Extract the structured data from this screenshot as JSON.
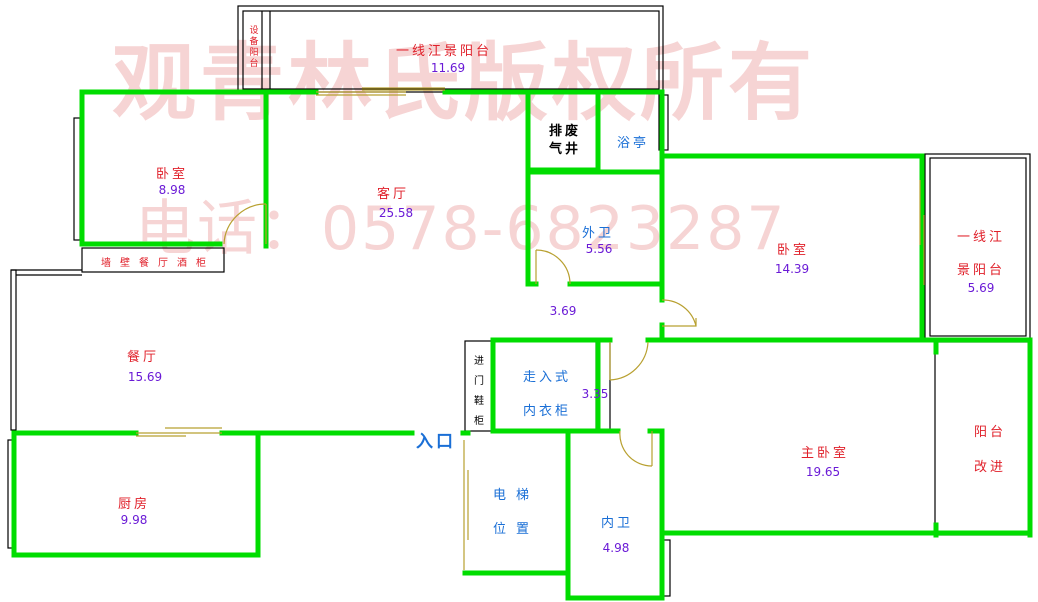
{
  "watermark": {
    "line1": "观青林氏版权所有",
    "line2": "电话：0578-6823287"
  },
  "rooms": {
    "balcony_top": {
      "name": "一线江景阳台",
      "area": "11.69"
    },
    "equipment_balcony": {
      "name": "设备阳台"
    },
    "bedroom_nw": {
      "name": "卧室",
      "area": "8.98"
    },
    "living": {
      "name": "客厅",
      "area": "25.58"
    },
    "exhaust_shaft": {
      "name_line1": "排废",
      "name_line2": "气井"
    },
    "shower": {
      "name": "浴亭"
    },
    "guest_bath": {
      "name": "外卫",
      "area": "5.56"
    },
    "bedroom_e": {
      "name": "卧室",
      "area": "14.39"
    },
    "balcony_e": {
      "name_line1": "一线江",
      "name_line2": "景阳台",
      "area": "5.69"
    },
    "wine_cabinet": {
      "name": "墙壁餐厅酒柜"
    },
    "dining": {
      "name": "餐厅",
      "area": "15.69"
    },
    "corridor": {
      "area": "3.69"
    },
    "shoe_cabinet": {
      "name": "进门鞋柜"
    },
    "walkin_closet": {
      "name_line1": "走入式",
      "name_line2": "内衣柜",
      "area": "3.35"
    },
    "entrance": {
      "name": "入口"
    },
    "master_bedroom": {
      "name": "主卧室",
      "area": "19.65"
    },
    "balcony_master": {
      "name_line1": "阳台",
      "name_line2": "改进"
    },
    "kitchen": {
      "name": "厨房",
      "area": "9.98"
    },
    "elevator": {
      "name_line1": "电梯",
      "name_line2": "位置"
    },
    "ensuite_bath": {
      "name": "内卫",
      "area": "4.98"
    }
  },
  "colors": {
    "wall": "#00dd00",
    "outline": "#000000",
    "door": "#b8a030",
    "room_name": "#e0202a",
    "area": "#6a1ad6",
    "blue_label": "#1a6fd6"
  }
}
